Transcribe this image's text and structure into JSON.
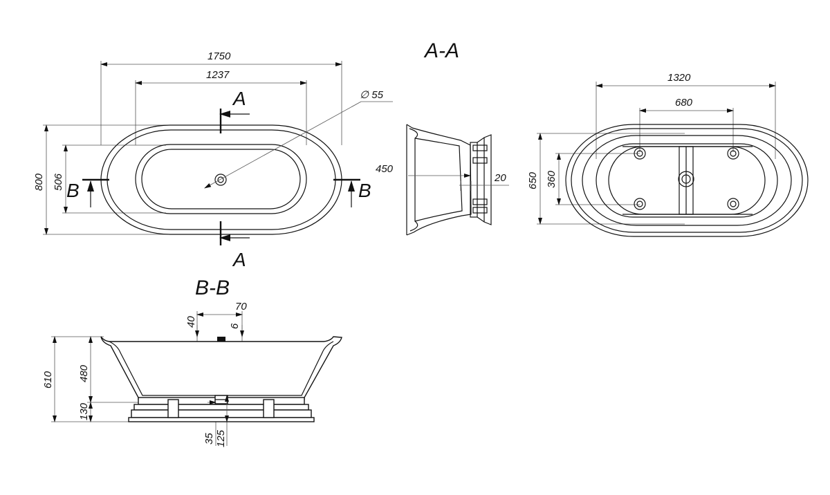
{
  "section_labels": {
    "aa_title": "A-A",
    "bb_title": "B-B",
    "cut_a_top": "A",
    "cut_a_bottom": "A",
    "cut_b_left": "B",
    "cut_b_right": "B"
  },
  "top_view": {
    "length": "1750",
    "inner_length": "1237",
    "drain_diameter": "∅ 55",
    "width": "800",
    "inner_width": "506"
  },
  "section_aa": {
    "depth": "450",
    "offset": "20"
  },
  "bottom_view": {
    "length": "1320",
    "feet_spacing_long": "680",
    "width": "650",
    "feet_spacing_short": "360"
  },
  "section_bb": {
    "overflow_width": "70",
    "overflow_drop": "40",
    "overflow_height": "6",
    "total_height": "610",
    "bowl_height": "480",
    "base_height": "130",
    "drain_offset": "35",
    "drain_height": "125"
  },
  "colors": {
    "line": "#111111",
    "background": "#ffffff"
  }
}
